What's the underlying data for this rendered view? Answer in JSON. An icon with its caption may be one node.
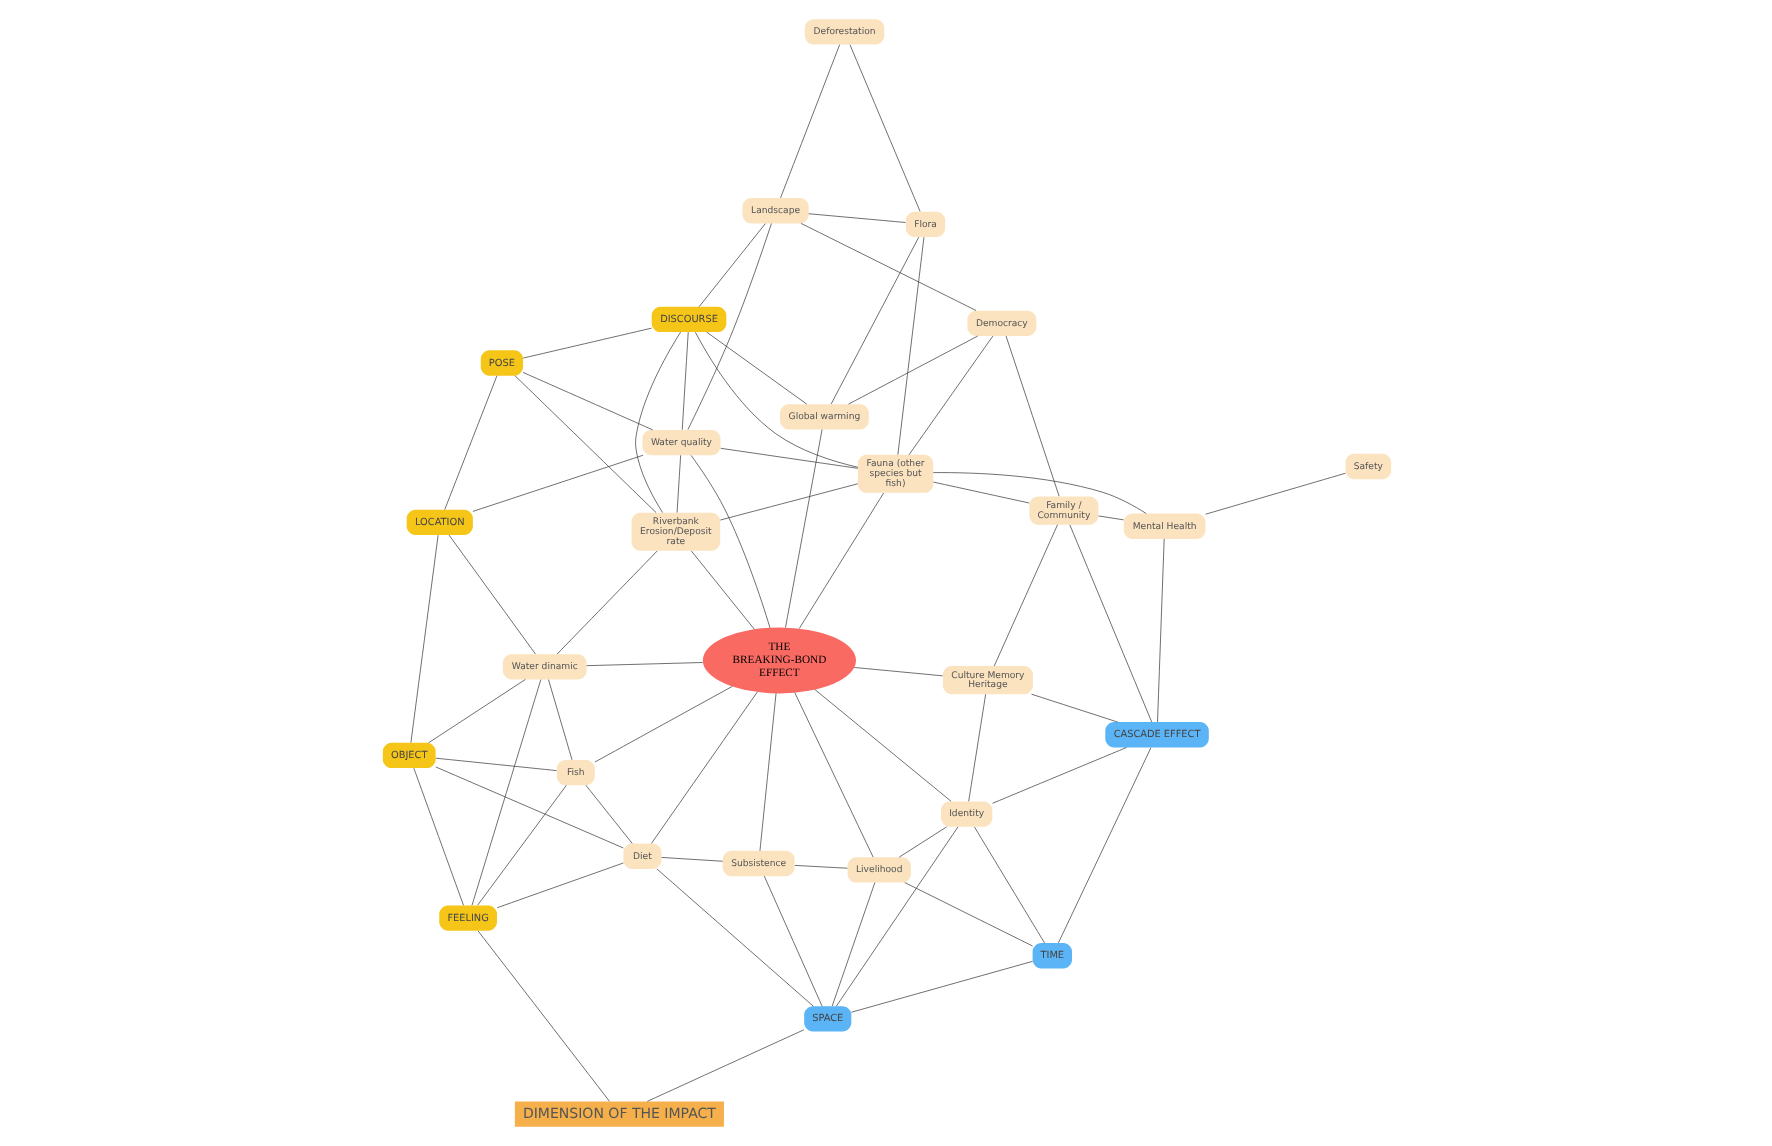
{
  "diagram": {
    "nodes": [
      {
        "text": [
          "DIMENSION OF THE IMPACT"
        ]
      },
      {
        "text": [
          "FEELING"
        ]
      },
      {
        "text": [
          "OBJECT"
        ]
      },
      {
        "text": [
          "LOCATION"
        ]
      },
      {
        "text": [
          "POSE"
        ]
      },
      {
        "text": [
          "DISCOURSE"
        ]
      },
      {
        "text": [
          "SPACE"
        ]
      },
      {
        "text": [
          "TIME"
        ]
      },
      {
        "text": [
          "CASCADE EFFECT"
        ]
      },
      {
        "text": [
          "THE BREAKING-BOND EFFECT"
        ]
      },
      {
        "text": [
          "Diet"
        ]
      },
      {
        "text": [
          "Fish"
        ]
      },
      {
        "text": [
          "Subsistence"
        ]
      },
      {
        "text": [
          "Water dinamic"
        ]
      },
      {
        "text": [
          "Livelihood"
        ]
      },
      {
        "text": [
          "Riverbank Erosion/Deposit rate"
        ]
      },
      {
        "text": [
          "Identity"
        ]
      },
      {
        "text": [
          "Culture Memory Heritage"
        ]
      },
      {
        "text": [
          "Water quality"
        ]
      },
      {
        "text": [
          "Fauna (other species but fish)"
        ]
      },
      {
        "text": [
          "Family / Community"
        ]
      },
      {
        "text": [
          "Landscape"
        ]
      },
      {
        "text": [
          "Mental Health"
        ]
      },
      {
        "text": [
          "Deforestation"
        ]
      },
      {
        "text": [
          "Global warming"
        ]
      },
      {
        "text": [
          "Safety"
        ]
      },
      {
        "text": [
          "Flora"
        ]
      },
      {
        "text": [
          "Democracy"
        ]
      }
    ],
    "edges": [
      {
        "from": 0,
        "to": 1,
        "arrow": "none"
      },
      {
        "from": 0,
        "to": 6,
        "arrow": "none"
      },
      {
        "from": 1,
        "to": 2,
        "arrow": "none"
      },
      {
        "from": 2,
        "to": 3,
        "arrow": "none"
      },
      {
        "from": 3,
        "to": 4,
        "arrow": "none"
      },
      {
        "from": 4,
        "to": 5,
        "arrow": "none"
      },
      {
        "from": 6,
        "to": 7,
        "arrow": "none"
      },
      {
        "from": 7,
        "to": 8,
        "arrow": "none"
      },
      {
        "from": 1,
        "to": 10,
        "arrow": "none"
      },
      {
        "from": 1,
        "to": 11,
        "arrow": "none"
      },
      {
        "from": 1,
        "to": 13,
        "arrow": "none"
      },
      {
        "from": 2,
        "to": 10,
        "arrow": "none"
      },
      {
        "from": 2,
        "to": 11,
        "arrow": "none"
      },
      {
        "from": 2,
        "to": 13,
        "arrow": "none"
      },
      {
        "from": 3,
        "to": 13,
        "arrow": "none"
      },
      {
        "from": 3,
        "to": 18,
        "arrow": "none"
      },
      {
        "from": 4,
        "to": 15,
        "arrow": "none"
      },
      {
        "from": 4,
        "to": 18,
        "arrow": "none"
      },
      {
        "from": 5,
        "to": 18,
        "arrow": "none"
      },
      {
        "from": 5,
        "to": 15,
        "arrow": "none"
      },
      {
        "from": 5,
        "to": 21,
        "arrow": "none"
      },
      {
        "from": 5,
        "to": 19,
        "arrow": "none"
      },
      {
        "from": 5,
        "to": 24,
        "arrow": "none"
      },
      {
        "from": 11,
        "to": 10,
        "arrow": "none"
      },
      {
        "from": 11,
        "to": 9,
        "arrow": "none"
      },
      {
        "from": 11,
        "to": 13,
        "arrow": "none"
      },
      {
        "from": 10,
        "to": 9,
        "arrow": "none"
      },
      {
        "from": 10,
        "to": 12,
        "arrow": "none"
      },
      {
        "from": 10,
        "to": 6,
        "arrow": "none"
      },
      {
        "from": 12,
        "to": 6,
        "arrow": "none"
      },
      {
        "from": 12,
        "to": 9,
        "arrow": "none"
      },
      {
        "from": 12,
        "to": 14,
        "arrow": "none"
      },
      {
        "from": 13,
        "to": 9,
        "arrow": "none"
      },
      {
        "from": 13,
        "to": 15,
        "arrow": "none"
      },
      {
        "from": 15,
        "to": 9,
        "arrow": "none"
      },
      {
        "from": 15,
        "to": 18,
        "arrow": "none"
      },
      {
        "from": 15,
        "to": 19,
        "arrow": "none"
      },
      {
        "from": 14,
        "to": 9,
        "arrow": "none"
      },
      {
        "from": 14,
        "to": 7,
        "arrow": "none"
      },
      {
        "from": 14,
        "to": 6,
        "arrow": "none"
      },
      {
        "from": 14,
        "to": 16,
        "arrow": "none"
      },
      {
        "from": 16,
        "to": 9,
        "arrow": "none"
      },
      {
        "from": 16,
        "to": 7,
        "arrow": "none"
      },
      {
        "from": 16,
        "to": 6,
        "arrow": "none"
      },
      {
        "from": 16,
        "to": 8,
        "arrow": "none"
      },
      {
        "from": 16,
        "to": 17,
        "arrow": "none"
      },
      {
        "from": 17,
        "to": 9,
        "arrow": "none"
      },
      {
        "from": 17,
        "to": 8,
        "arrow": "none"
      },
      {
        "from": 17,
        "to": 20,
        "arrow": "none"
      },
      {
        "from": 20,
        "to": 19,
        "arrow": "none"
      },
      {
        "from": 20,
        "to": 27,
        "arrow": "none"
      },
      {
        "from": 20,
        "to": 22,
        "arrow": "none"
      },
      {
        "from": 20,
        "to": 8,
        "arrow": "none"
      },
      {
        "from": 19,
        "to": 9,
        "arrow": "none"
      },
      {
        "from": 19,
        "to": 22,
        "arrow": "none"
      },
      {
        "from": 19,
        "to": 26,
        "arrow": "none"
      },
      {
        "from": 19,
        "to": 27,
        "arrow": "none"
      },
      {
        "from": 19,
        "to": 18,
        "arrow": "none"
      },
      {
        "from": 9,
        "to": 24,
        "arrow": "none"
      },
      {
        "from": 22,
        "to": 8,
        "arrow": "none"
      },
      {
        "from": 22,
        "to": 25,
        "arrow": "none"
      },
      {
        "from": 21,
        "to": 23,
        "arrow": "none"
      },
      {
        "from": 21,
        "to": 26,
        "arrow": "none"
      },
      {
        "from": 21,
        "to": 18,
        "arrow": "none"
      },
      {
        "from": 21,
        "to": 27,
        "arrow": "none"
      },
      {
        "from": 23,
        "to": 26,
        "arrow": "none"
      },
      {
        "from": 26,
        "to": 24,
        "arrow": "none"
      },
      {
        "from": 24,
        "to": 27,
        "arrow": "none"
      },
      {
        "from": 18,
        "to": 9,
        "arrow": "none"
      }
    ]
  }
}
